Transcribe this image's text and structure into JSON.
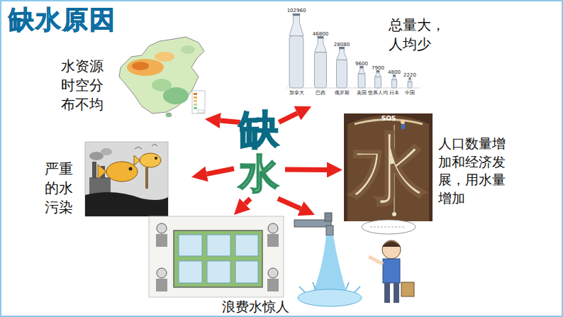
{
  "diagram": {
    "title": "缺水原因",
    "nodes": [
      {
        "text": [
          "缺",
          "水"
        ]
      },
      {
        "text": [
          "水资源时空分布不均"
        ]
      },
      {
        "text": [
          "总量大，人均少"
        ]
      },
      {
        "text": [
          "人口数量增加和经济发展，用水量增加"
        ]
      },
      {
        "text": [
          "严重的水污染"
        ]
      },
      {
        "text": [
          "浪费水惊人"
        ]
      }
    ],
    "edges": [
      {
        "from": 0,
        "to": 1,
        "arrow": "to"
      },
      {
        "from": 0,
        "to": 2,
        "arrow": "to"
      },
      {
        "from": 0,
        "to": 3,
        "arrow": "to"
      },
      {
        "from": 0,
        "to": 4,
        "arrow": "to"
      },
      {
        "from": 0,
        "to": 5,
        "arrow": "to"
      },
      {
        "from": 0,
        "to": 5,
        "arrow": "to"
      }
    ],
    "labels": [
      "102960",
      "46800",
      "28080",
      "9600",
      "7900",
      "4800",
      "2220",
      "加拿大",
      "巴西",
      "俄罗斯",
      "美国",
      "世界人均",
      "日本",
      "中国",
      "SOS",
      "水"
    ]
  }
}
